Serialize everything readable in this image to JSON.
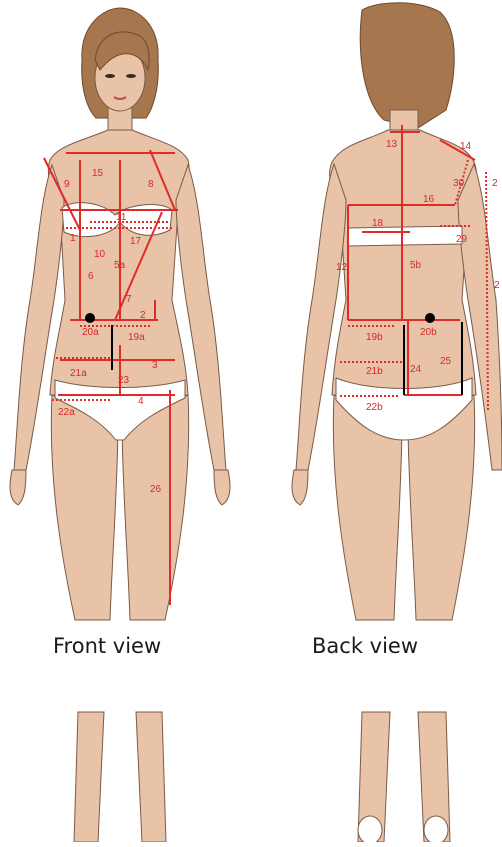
{
  "captions": {
    "front": "Front view",
    "back": "Back view"
  },
  "colors": {
    "skin": "#e9c3a7",
    "skin_line": "#7a5a48",
    "hair": "#a6774e",
    "hair_dark": "#6f4a2e",
    "measure": "#e02b2b",
    "landmark": "#000000",
    "underwear": "#ffffff"
  },
  "front_labels": [
    "9",
    "15",
    "8",
    "11",
    "1",
    "10",
    "17",
    "5a",
    "6",
    "7",
    "2",
    "20a",
    "19a",
    "21a",
    "3",
    "23",
    "4",
    "22a",
    "26"
  ],
  "back_labels": [
    "13",
    "14",
    "30",
    "2",
    "16",
    "18",
    "29",
    "12",
    "5b",
    "2",
    "20b",
    "19b",
    "25",
    "21b",
    "24",
    "22b"
  ]
}
